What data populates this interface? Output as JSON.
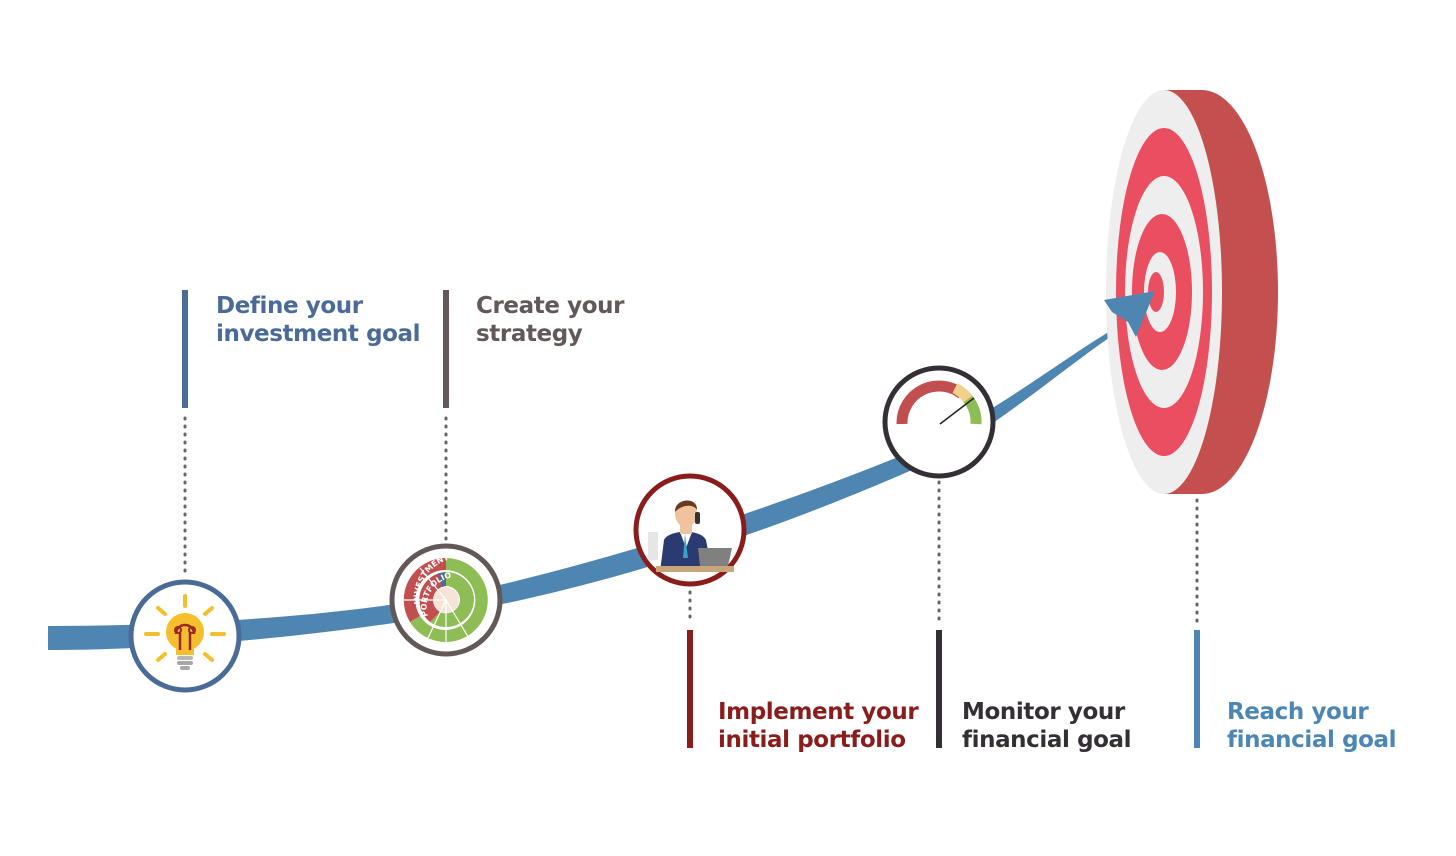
{
  "colors": {
    "path": "#4f86b1",
    "define": "#4a6b98",
    "create": "#625857",
    "implement": "#8a1c1c",
    "monitor": "#332f35",
    "reach": "#4b86b4",
    "bulb": "#f5be2c",
    "target_red": "#ea4e61",
    "target_side": "#c3504f",
    "target_white": "#efeeee",
    "gauge_red": "#c24f4f",
    "gauge_amber": "#f2d08a",
    "gauge_green": "#8ebc55"
  },
  "steps": [
    {
      "id": "define",
      "line1": "Define your",
      "line2": "investment goal",
      "icon": "lightbulb-icon"
    },
    {
      "id": "create",
      "line1": "Create your",
      "line2": "strategy",
      "icon": "portfolio-chart-icon"
    },
    {
      "id": "implement",
      "line1": "Implement your",
      "line2": "initial portfolio",
      "icon": "businessman-laptop-icon"
    },
    {
      "id": "monitor",
      "line1": "Monitor your",
      "line2": "financial goal",
      "icon": "gauge-icon"
    },
    {
      "id": "reach",
      "line1": "Reach your",
      "line2": "financial goal",
      "icon": "target-icon"
    }
  ],
  "portfolio_icon_text": {
    "line1": "INVESTMENT",
    "line2": "PORTFOLIO"
  }
}
